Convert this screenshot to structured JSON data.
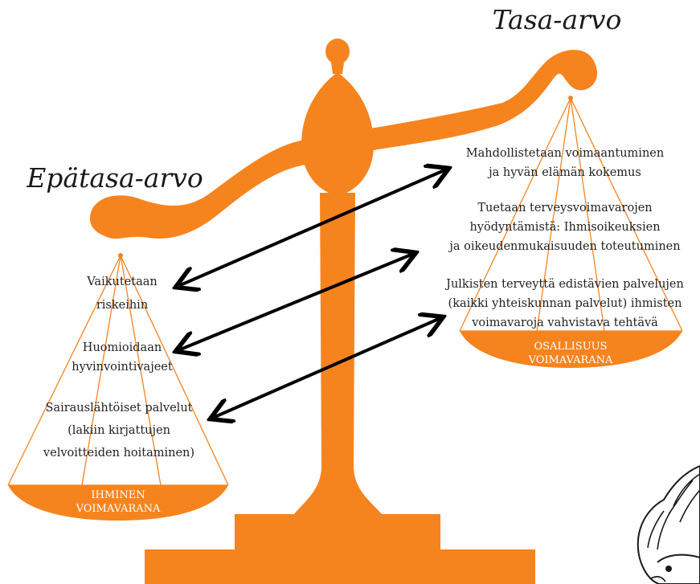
{
  "titles": {
    "equality": "Tasa-arvo",
    "inequality": "Epätasa-arvo"
  },
  "left_pan": {
    "label_line1": "IHMINEN",
    "label_line2": "VOIMAVARANA",
    "items": [
      [
        "Vaikutetaan",
        "riskeihin"
      ],
      [
        "Huomioidaan",
        "hyvinvointivajeet"
      ],
      [
        "Sairauslähtöiset palvelut",
        "(lakiin kirjattujen",
        "velvoitteiden hoitaminen)"
      ]
    ]
  },
  "right_pan": {
    "label_line1": "OSALLISUUS",
    "label_line2": "VOIMAVARANA",
    "items": [
      [
        "Mahdollistetaan voimaantuminen",
        "ja hyvän elämän kokemus"
      ],
      [
        "Tuetaan terveysvoimavarojen",
        "hyödyntämistä:  Ihmisoikeuksien",
        "ja oikeudenmukaisuuden toteutuminen"
      ],
      [
        "Julkisten terveyttä edistävien palvelujen",
        "(kaikki yhteiskunnan palvelut) ihmisten",
        "voimavaroja vahvistava tehtävä"
      ]
    ]
  },
  "colors": {
    "scale": "#f5841f",
    "arrow": "#000000",
    "text": "#222222",
    "pan_text": "#ffffff"
  },
  "icons": {
    "corner_figure": "cartoon-face-icon"
  }
}
